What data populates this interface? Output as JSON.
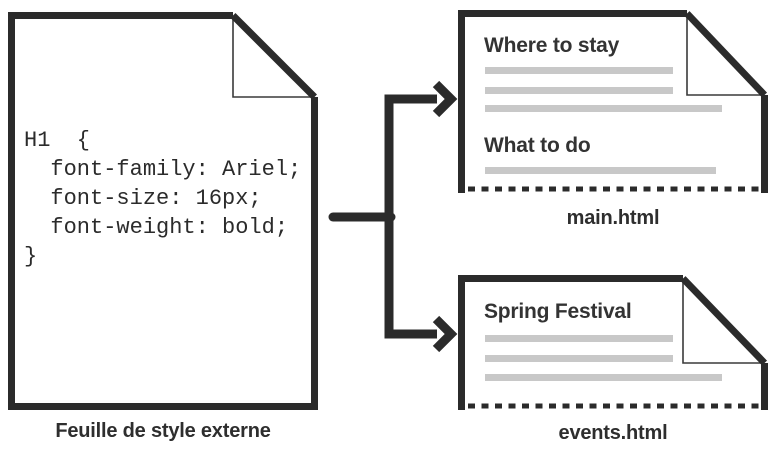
{
  "colors": {
    "stroke": "#2b2b2b",
    "placeholder_bar": "#c8c8c8",
    "heading_text": "#333333"
  },
  "stylesheet_doc": {
    "code": "H1  {\n  font-family: Ariel;\n  font-size: 16px;\n  font-weight: bold;\n}",
    "label": "Feuille de style externe"
  },
  "main_doc": {
    "headings": [
      "Where to stay",
      "What to do"
    ],
    "label": "main.html"
  },
  "events_doc": {
    "heading": "Spring Festival",
    "label": "events.html"
  }
}
